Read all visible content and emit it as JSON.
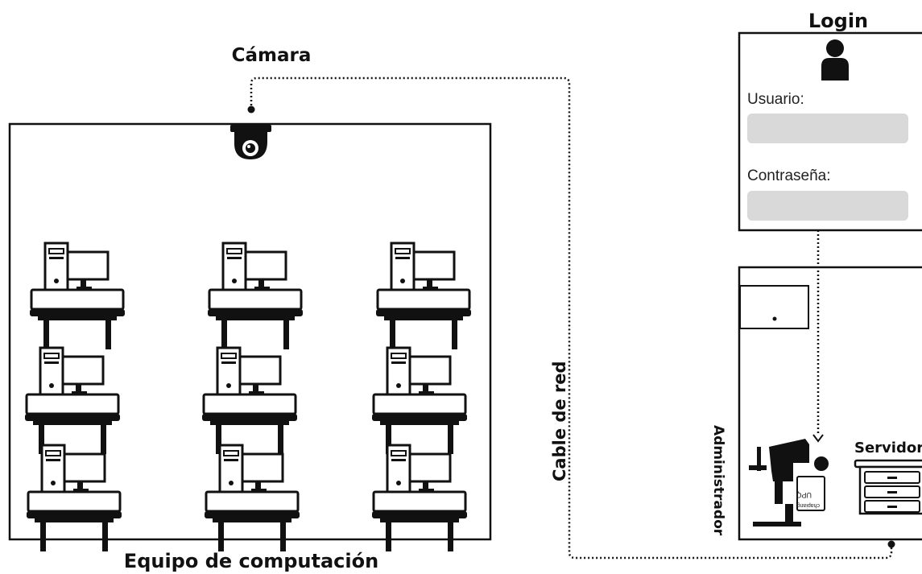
{
  "labels": {
    "camera": "Cámara",
    "lab": "Equipo de computación",
    "cable": "Cable de red",
    "login": "Login",
    "admin": "Administrador",
    "server": "Servidor",
    "chair_tag": "UPQ",
    "chair_sub": "chapiang"
  },
  "login_form": {
    "user_label": "Usuario:",
    "user_value": "",
    "password_label": "Contraseña:",
    "password_value": ""
  },
  "colors": {
    "line": "#111111",
    "field": "#d9d9d9"
  },
  "icons": {
    "camera": "security-camera-icon",
    "workstation": "computer-desk-icon",
    "user": "user-icon",
    "admin": "admin-at-desk-icon",
    "server": "server-cabinet-icon",
    "cabinet": "wall-cabinet-icon"
  }
}
